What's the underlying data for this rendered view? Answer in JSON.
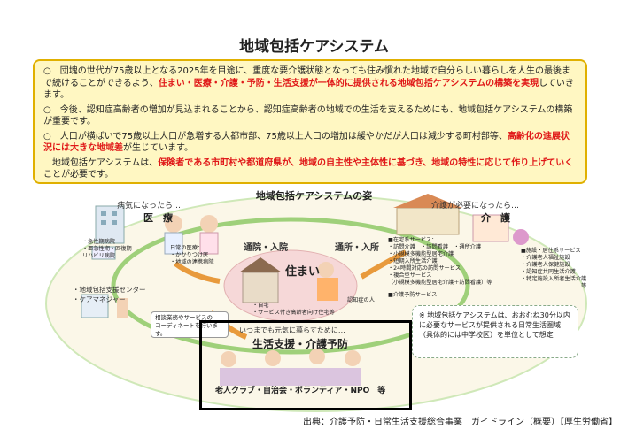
{
  "title": "地域包括ケアシステム",
  "info": {
    "p1_pre": "○　団塊の世代が75歳以上となる2025年を目途に、重度な要介護状態となっても住み慣れた地域で自分らしい暮らしを人生の最後まで続けることができるよう、",
    "p1_red": "住まい・医療・介護・予防・生活支援が一体的に提供される地域包括ケアシステムの構築を実現",
    "p1_post": "していきます。",
    "p2": "○　今後、認知症高齢者の増加が見込まれることから、認知症高齢者の地域での生活を支えるためにも、地域包括ケアシステムの構築が重要です。",
    "p3_pre": "○　人口が横ばいで75歳以上人口が急増する大都市部、75歳以上人口の増加は緩やかだが人口は減少する町村部等、",
    "p3_red": "高齢化の進展状況には大きな地域差",
    "p3_post": "が生じています。",
    "p4_pre": "　地域包括ケアシステムは、",
    "p4_red": "保険者である市町村や都道府県が、地域の自主性や主体性に基づき、地域の特性に応じて作り上げていく",
    "p4_post": "ことが必要です。"
  },
  "diagram": {
    "title": "地域包括ケアシステムの姿",
    "sick": "病気になったら…",
    "medical": "医　療",
    "medical_items": [
      "・急性期病院",
      "・亜急性期・回復期",
      "リハビリ病院"
    ],
    "daily_medical": [
      "日常の医療：",
      "・かかりつけ医",
      "・地域の連携病院"
    ],
    "care_need": "介護が必要になったら…",
    "care": "介　護",
    "home_services": [
      "■在宅系サービス：",
      "・訪問介護　・訪問看護　・通所介護",
      "・小規模多機能型居宅介護",
      "・短期入所生活介護",
      "・24時間対応の訪問サービス",
      "・複合型サービス",
      "（小規模多機能型居宅介護＋訪問看護）等"
    ],
    "facility_services": [
      "■施設・居住系サービス",
      "・介護老人福祉施設",
      "・介護老人保健施設",
      "・認知症共同生活介護",
      "・特定施設入所者生活介護",
      "等"
    ],
    "prevention_services": "■介護予防サービス",
    "commute1": "通院・入院",
    "commute2": "通所・入所",
    "housing": "住まい",
    "housing_items": [
      "・自宅",
      "・サービス付き高齢者向け住宅等"
    ],
    "dementia": "認知症の人",
    "center": [
      "・地域包括支援センター",
      "・ケアマネジャー"
    ],
    "callout": [
      "相談業務やサービスの",
      "コーディネートを行います。"
    ],
    "healthy": "いつまでも元気に暮らすために…",
    "life_support": "生活支援・介護予防",
    "groups": "老人クラブ・自治会・ボランティア・NPO　等",
    "note": "※ 地域包括ケアシステムは、おおむね30分以内に必要なサービスが提供される日常生活圏域（具体的には中学校区）を単位として想定"
  },
  "source": "出典：介護予防・日常生活支援総合事業　ガイドライン（概要）【厚生労働省】",
  "colors": {
    "box_fill": "#fff7c2",
    "box_border": "#e0b000",
    "red_text": "#e01818",
    "ellipse_fill": "#fbf7e8",
    "ellipse_border": "#9fd07a",
    "arrow": "#e89a3c"
  }
}
